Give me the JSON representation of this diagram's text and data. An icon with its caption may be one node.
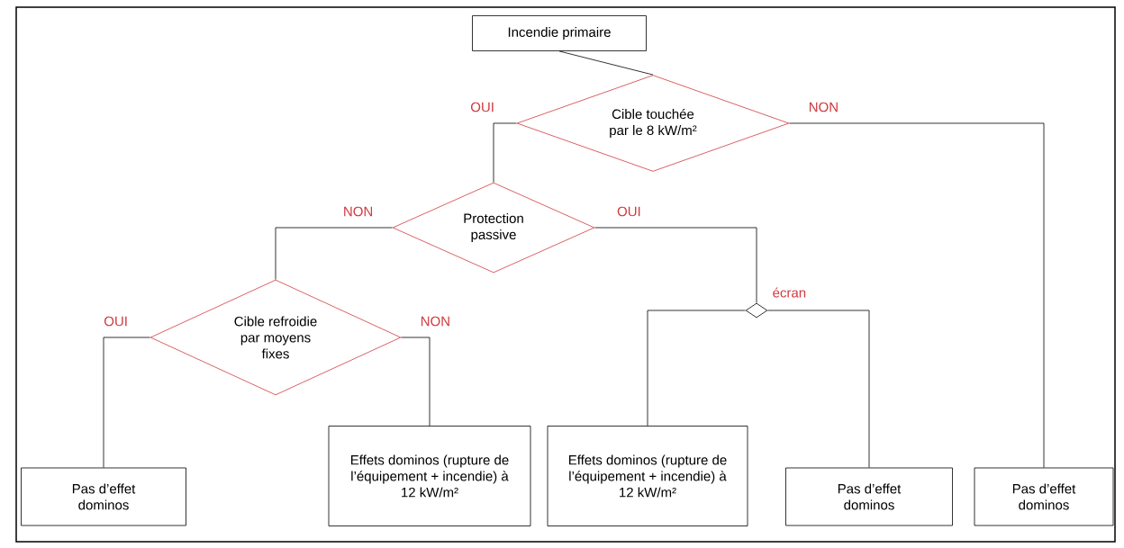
{
  "diagram": {
    "nodes": [
      {
        "text": [
          "Incendie primaire"
        ]
      },
      {
        "text": [
          "Cible touchée par le 8 kW/m²"
        ]
      },
      {
        "text": [
          "Protection passive"
        ]
      },
      {
        "text": [
          "Cible refroidie par moyens fixes"
        ]
      },
      {
        "text": [],
        "shape": "diamond",
        "beside": [
          "écran"
        ]
      },
      {
        "text": [
          "Pas d’effet dominos"
        ]
      },
      {
        "text": [
          "Effets dominos (rupture de l’équipement + incendie) à 12 kW/m²"
        ]
      },
      {
        "text": [
          "Effets dominos (rupture de l’équipement + incendie) à 12 kW/m²"
        ]
      },
      {
        "text": [
          "Pas d’effet dominos"
        ]
      },
      {
        "text": [
          "Pas d’effet dominos"
        ]
      }
    ],
    "edges": [
      {
        "from": 0,
        "to": 1,
        "arrow": "none"
      },
      {
        "from": 1,
        "to": 2,
        "label": "OUI",
        "arrow": "none"
      },
      {
        "from": 1,
        "to": 9,
        "label": "NON",
        "arrow": "none"
      },
      {
        "from": 2,
        "to": 3,
        "label": "NON",
        "arrow": "none"
      },
      {
        "from": 2,
        "to": 4,
        "label": "OUI",
        "arrow": "none"
      },
      {
        "from": 3,
        "to": 5,
        "label": "OUI",
        "arrow": "none"
      },
      {
        "from": 3,
        "to": 6,
        "label": "NON",
        "arrow": "none"
      },
      {
        "from": 4,
        "to": 7,
        "arrow": "none"
      },
      {
        "from": 4,
        "to": 8,
        "arrow": "none"
      }
    ]
  }
}
